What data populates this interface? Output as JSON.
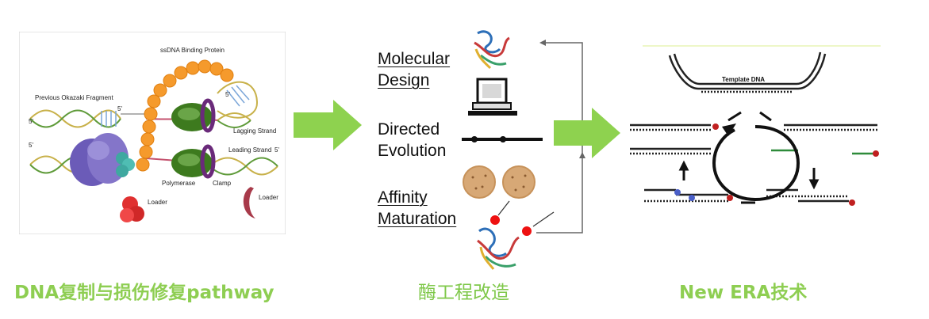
{
  "left_panel": {
    "labels": {
      "ssdna": "ssDNA Binding Protein",
      "okazaki": "Previous Okazaki Fragment",
      "lagging": "Lagging Strand",
      "leading": "Leading Strand",
      "polymerase": "Polymerase",
      "clamp": "Clamp",
      "loader_1": "Loader",
      "loader_2": "Loader",
      "five_prime": "5'"
    },
    "caption": "DNA复制与损伤修复pathway"
  },
  "middle_panel": {
    "steps": [
      {
        "line1": "Molecular",
        "line2": "Design"
      },
      {
        "line1": "Directed",
        "line2": "Evolution"
      },
      {
        "line1": "Affinity",
        "line2": "Maturation"
      }
    ],
    "caption": "酶工程改造"
  },
  "right_panel": {
    "template_label": "Template DNA",
    "caption": "New ERA技术"
  },
  "colors": {
    "arrow_green": "#8ed24f",
    "caption_green": "#8ece52",
    "orange_protein": "#f59a2c",
    "polymerase_green": "#3d7a1e",
    "purple": "#6b5bb8"
  }
}
